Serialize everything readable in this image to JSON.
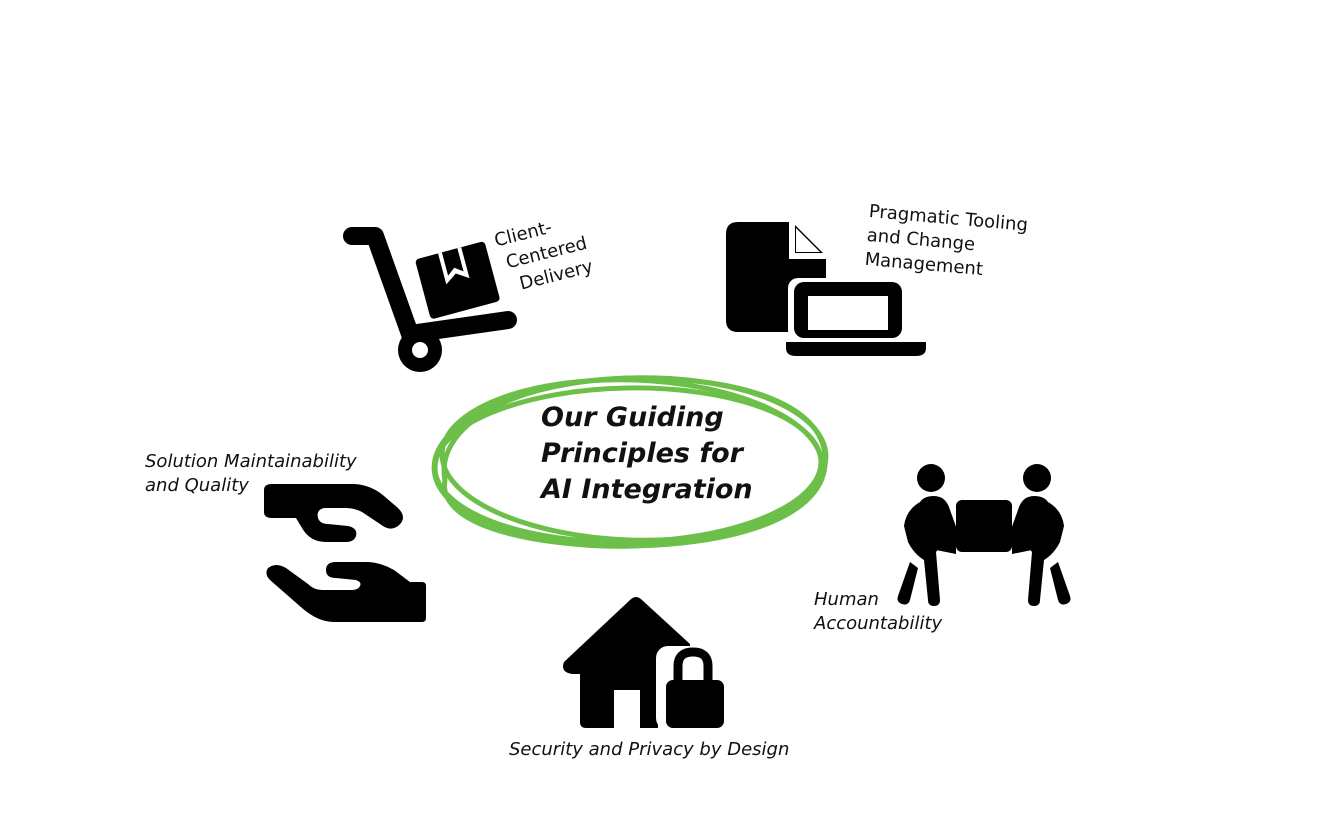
{
  "center": {
    "lines": [
      "Our Guiding",
      "Principles for",
      "AI Integration"
    ],
    "ring_color": "#6cc04a"
  },
  "principles": {
    "client": {
      "lines": [
        "Client-",
        "Centered",
        "Delivery"
      ],
      "icon": "hand-truck-box-icon"
    },
    "tooling": {
      "lines": [
        "Pragmatic Tooling",
        "and Change",
        "Management"
      ],
      "icon": "document-laptop-icon"
    },
    "maintainability": {
      "lines": [
        "Solution Maintainability",
        "and Quality"
      ],
      "icon": "giving-hands-icon"
    },
    "accountability": {
      "lines": [
        "Human",
        "Accountability"
      ],
      "icon": "people-carrying-box-icon"
    },
    "security": {
      "lines": [
        "Security and Privacy by Design"
      ],
      "icon": "house-lock-icon"
    }
  },
  "colors": {
    "icon": "#000000",
    "text": "#111111",
    "accent": "#6cc04a"
  }
}
